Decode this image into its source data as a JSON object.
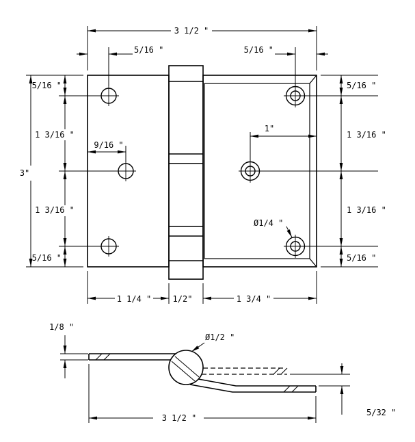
{
  "drawing": {
    "ink_color": "#000000",
    "background_color": "#ffffff"
  },
  "front": {
    "overall_width": "3 1/2 \"",
    "overall_height": "3\"",
    "top_left_offset": "5/16 \"",
    "top_right_offset": "5/16 \"",
    "left_top": "5/16 \"",
    "left_upper": "1 3/16 \"",
    "left_lower": "1 3/16 \"",
    "left_bottom": "5/16 \"",
    "right_top": "5/16 \"",
    "right_upper": "1 3/16 \"",
    "right_lower": "1 3/16 \"",
    "right_bottom": "5/16 \"",
    "center_hole_offset": "9/16 \"",
    "edge_hole_offset": "1\"",
    "hole_diameter": "Ø1/4 \"",
    "left_leaf_width": "1 1/4 \"",
    "knuckle_width": "1/2\"",
    "right_leaf_width": "1 3/4 \""
  },
  "profile": {
    "leaf_thickness": "1/8 \"",
    "barrel_diameter": "Ø1/2 \"",
    "overall_width": "3 1/2 \"",
    "leaf_offset": "5/32 \""
  }
}
